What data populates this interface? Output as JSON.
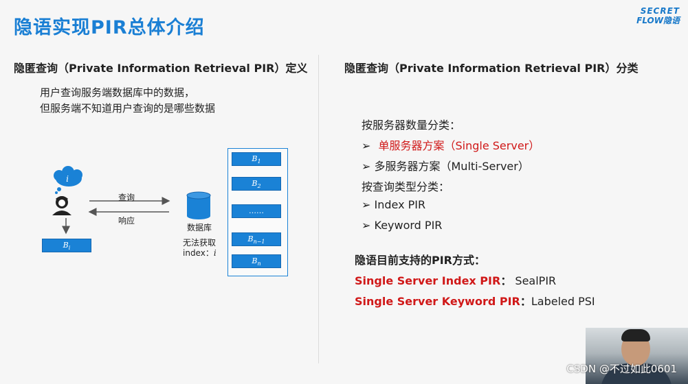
{
  "title": "隐语实现PIR总体介绍",
  "logo": {
    "line1": "SECRET",
    "line2": "FLOW隐语"
  },
  "left": {
    "heading": "隐匿查询（Private Information Retrieval PIR）定义",
    "desc": [
      "用户查询服务端数据库中的数据，",
      "但服务端不知道用户查询的是哪些数据"
    ],
    "diagram": {
      "bubble_label": "i",
      "query_label": "查询",
      "response_label": "响应",
      "db_label": "数据库",
      "no_access_label": "无法获取",
      "index_label": "index：",
      "index_var": "i",
      "user_block": {
        "base": "B",
        "sub": "i"
      },
      "blocks": [
        {
          "base": "B",
          "sub": "1"
        },
        {
          "base": "B",
          "sub": "2"
        },
        {
          "base": "……",
          "sub": ""
        },
        {
          "base": "B",
          "sub": "n−1"
        },
        {
          "base": "B",
          "sub": "n"
        }
      ]
    }
  },
  "right": {
    "heading": "隐匿查询（Private Information Retrieval PIR）分类",
    "by_server": "按服务器数量分类：",
    "single_server": "单服务器方案（Single Server）",
    "multi_server": "多服务器方案（Multi-Server）",
    "by_query": "按查询类型分类：",
    "index_pir": "Index PIR",
    "keyword_pir": "Keyword PIR",
    "supported_heading": "隐语目前支持的PIR方式：",
    "support1_label": "Single Server Index PIR",
    "support1_sep": "：",
    "support1_value": "SealPIR",
    "support2_label": "Single Server Keyword PIR",
    "support2_sep": "：",
    "support2_value": "Labeled PSI",
    "bullet": "➢"
  },
  "watermark": "CSDN @不过如此0601"
}
